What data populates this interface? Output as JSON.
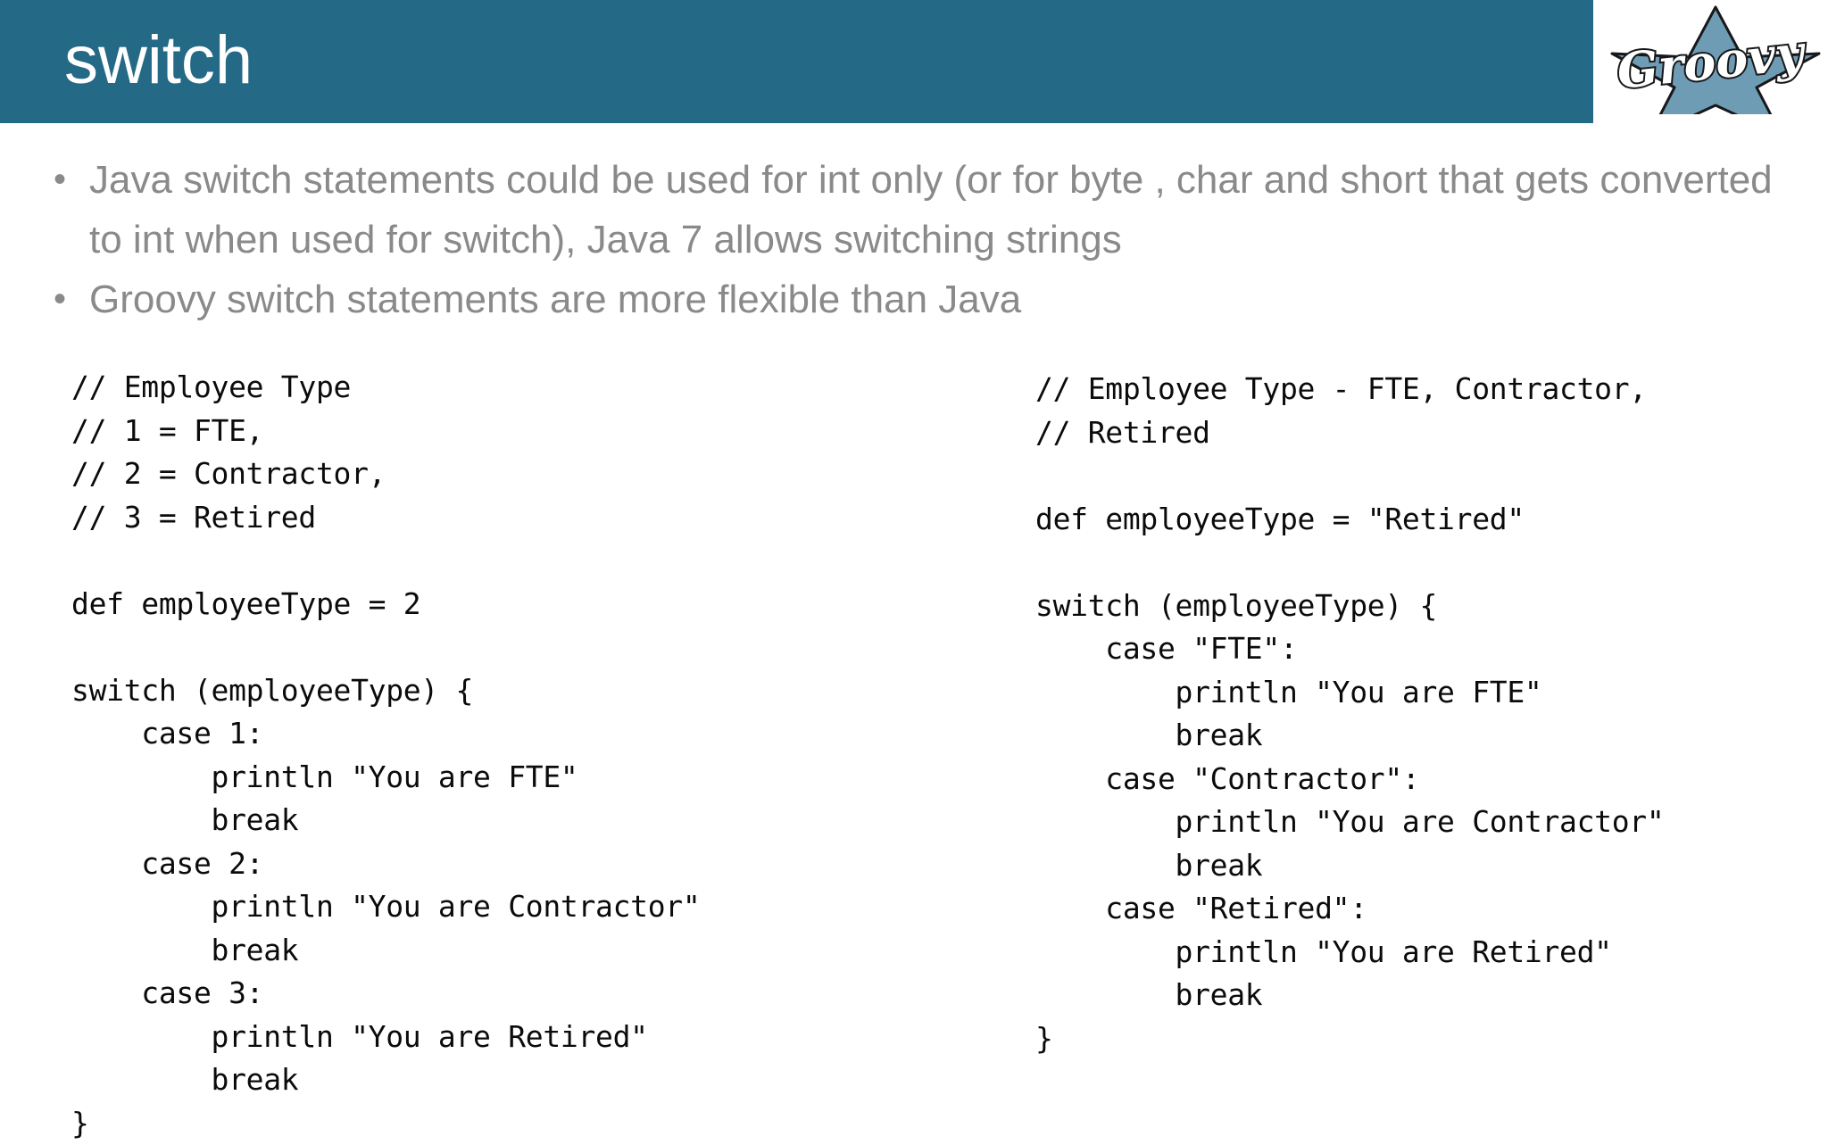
{
  "slide": {
    "title": "switch",
    "header_color": "#246985",
    "body_text_color": "#8a8a8a",
    "code_text_color": "#0b0b0b",
    "background_color": "#ffffff"
  },
  "logo": {
    "name": "groovy-logo",
    "wordmark": "Groovy",
    "star_color": "#6f9cb5",
    "star_outline_color": "#1a1a1a"
  },
  "bullets": [
    {
      "marker": "•",
      "text": "Java switch statements could be used for int only (or for byte , char and short that gets converted to int when used for switch), Java 7 allows switching strings"
    },
    {
      "marker": "•",
      "text": "Groovy switch statements are more flexible than Java"
    }
  ],
  "code_blocks": {
    "left": {
      "language": "groovy",
      "content": "// Employee Type\n// 1 = FTE,\n// 2 = Contractor,\n// 3 = Retired\n\ndef employeeType = 2\n\nswitch (employeeType) {\n    case 1:\n        println \"You are FTE\"\n        break\n    case 2:\n        println \"You are Contractor\"\n        break\n    case 3:\n        println \"You are Retired\"\n        break\n}"
    },
    "right": {
      "language": "groovy",
      "content": "// Employee Type - FTE, Contractor,\n// Retired\n\ndef employeeType = \"Retired\"\n\nswitch (employeeType) {\n    case \"FTE\":\n        println \"You are FTE\"\n        break\n    case \"Contractor\":\n        println \"You are Contractor\"\n        break\n    case \"Retired\":\n        println \"You are Retired\"\n        break\n}"
    }
  }
}
